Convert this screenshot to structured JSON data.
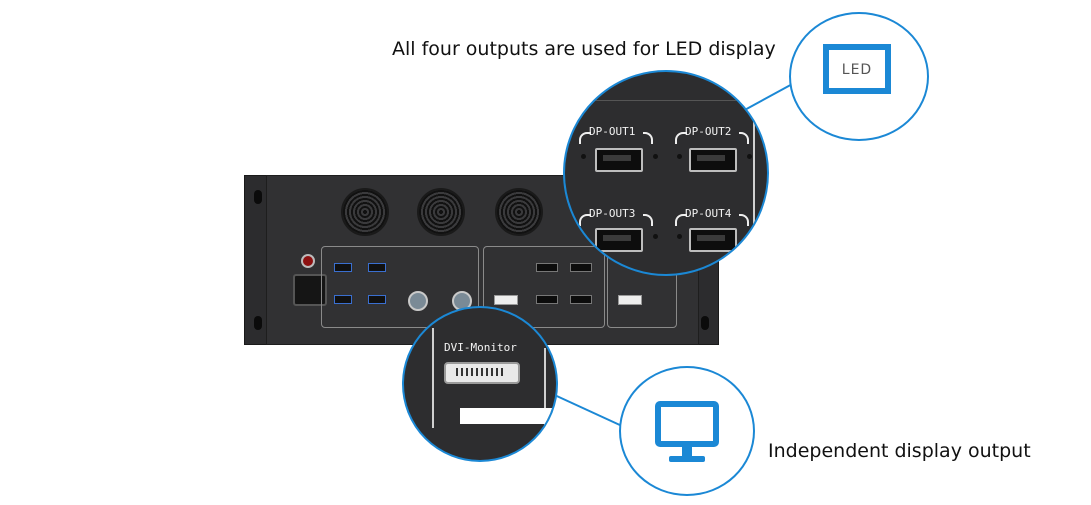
{
  "captions": {
    "top": "All four outputs are used for LED display",
    "bottom": "Independent display output"
  },
  "led_icon": {
    "icon": "led-display-icon",
    "text": "LED"
  },
  "monitor_icon": {
    "icon": "monitor-icon"
  },
  "zoom_dp": {
    "ports": [
      "DP-OUT1",
      "DP-OUT2",
      "DP-OUT3",
      "DP-OUT4"
    ]
  },
  "zoom_dvi": {
    "label": "DVI-Monitor"
  },
  "colors": {
    "accent": "#1b88d5",
    "chassis": "#313133"
  }
}
